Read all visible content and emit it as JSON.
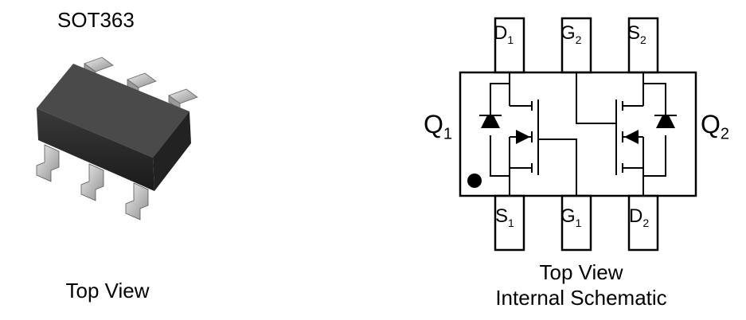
{
  "package": {
    "title": "SOT363",
    "caption": "Top View"
  },
  "schematic": {
    "caption_line1": "Top View",
    "caption_line2": "Internal Schematic",
    "transistors": [
      {
        "main": "Q",
        "sub": "1"
      },
      {
        "main": "Q",
        "sub": "2"
      }
    ],
    "pins_top": [
      {
        "main": "D",
        "sub": "1"
      },
      {
        "main": "G",
        "sub": "2"
      },
      {
        "main": "S",
        "sub": "2"
      }
    ],
    "pins_bottom": [
      {
        "main": "S",
        "sub": "1"
      },
      {
        "main": "G",
        "sub": "1"
      },
      {
        "main": "D",
        "sub": "2"
      }
    ]
  },
  "colors": {
    "body": "#2b2b2b",
    "lead": "#bdbdbd",
    "line": "#000000"
  }
}
